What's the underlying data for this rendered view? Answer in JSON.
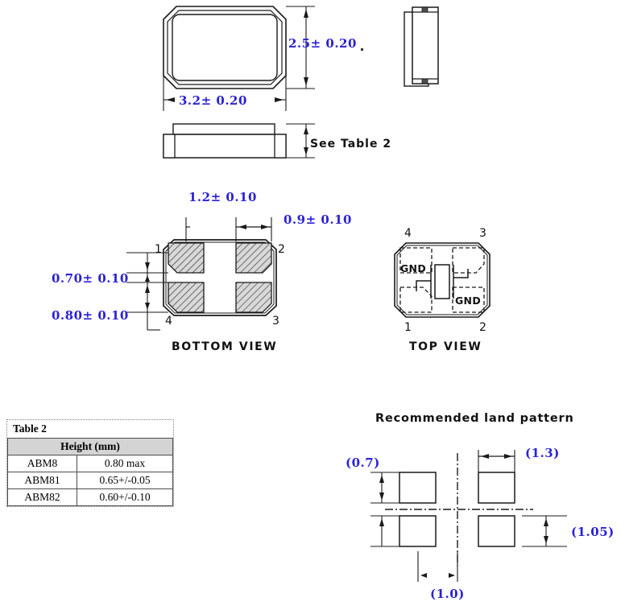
{
  "document": {
    "type": "mechanical-package-drawing",
    "colors": {
      "dimension_blue": "#2b22d4",
      "line_black": "#111111",
      "table_header_fill": "#d4d4d4"
    }
  },
  "top_outline_view": {
    "height_dim": "2.5± 0.20",
    "width_dim": "3.2± 0.20"
  },
  "side_view": {
    "thickness_note": "See Table 2"
  },
  "bottom_view": {
    "title": "BOTTOM VIEW",
    "pad_pitch_dim": "1.2± 0.10",
    "pad_width_dim": "0.9± 0.10",
    "pad_gap_dim": "0.70± 0.10",
    "pad_height_dim": "0.80± 0.10",
    "pins": [
      "1",
      "2",
      "3",
      "4"
    ]
  },
  "top_view": {
    "title": "TOP VIEW",
    "pins": [
      "1",
      "2",
      "3",
      "4"
    ],
    "gnd_labels": [
      "GND",
      "GND"
    ]
  },
  "table2": {
    "caption": "Table 2",
    "header": "Height (mm)",
    "rows": [
      {
        "part": "ABM8",
        "height": "0.80 max"
      },
      {
        "part": "ABM81",
        "height": "0.65+/-0.05"
      },
      {
        "part": "ABM82",
        "height": "0.60+/-0.10"
      }
    ]
  },
  "land_pattern": {
    "title": "Recommended land pattern",
    "dim_pad_height": "(0.7)",
    "dim_pad_width": "(1.3)",
    "dim_vertical_pitch": "(1.05)",
    "dim_horizontal_pitch": "(1.0)"
  }
}
